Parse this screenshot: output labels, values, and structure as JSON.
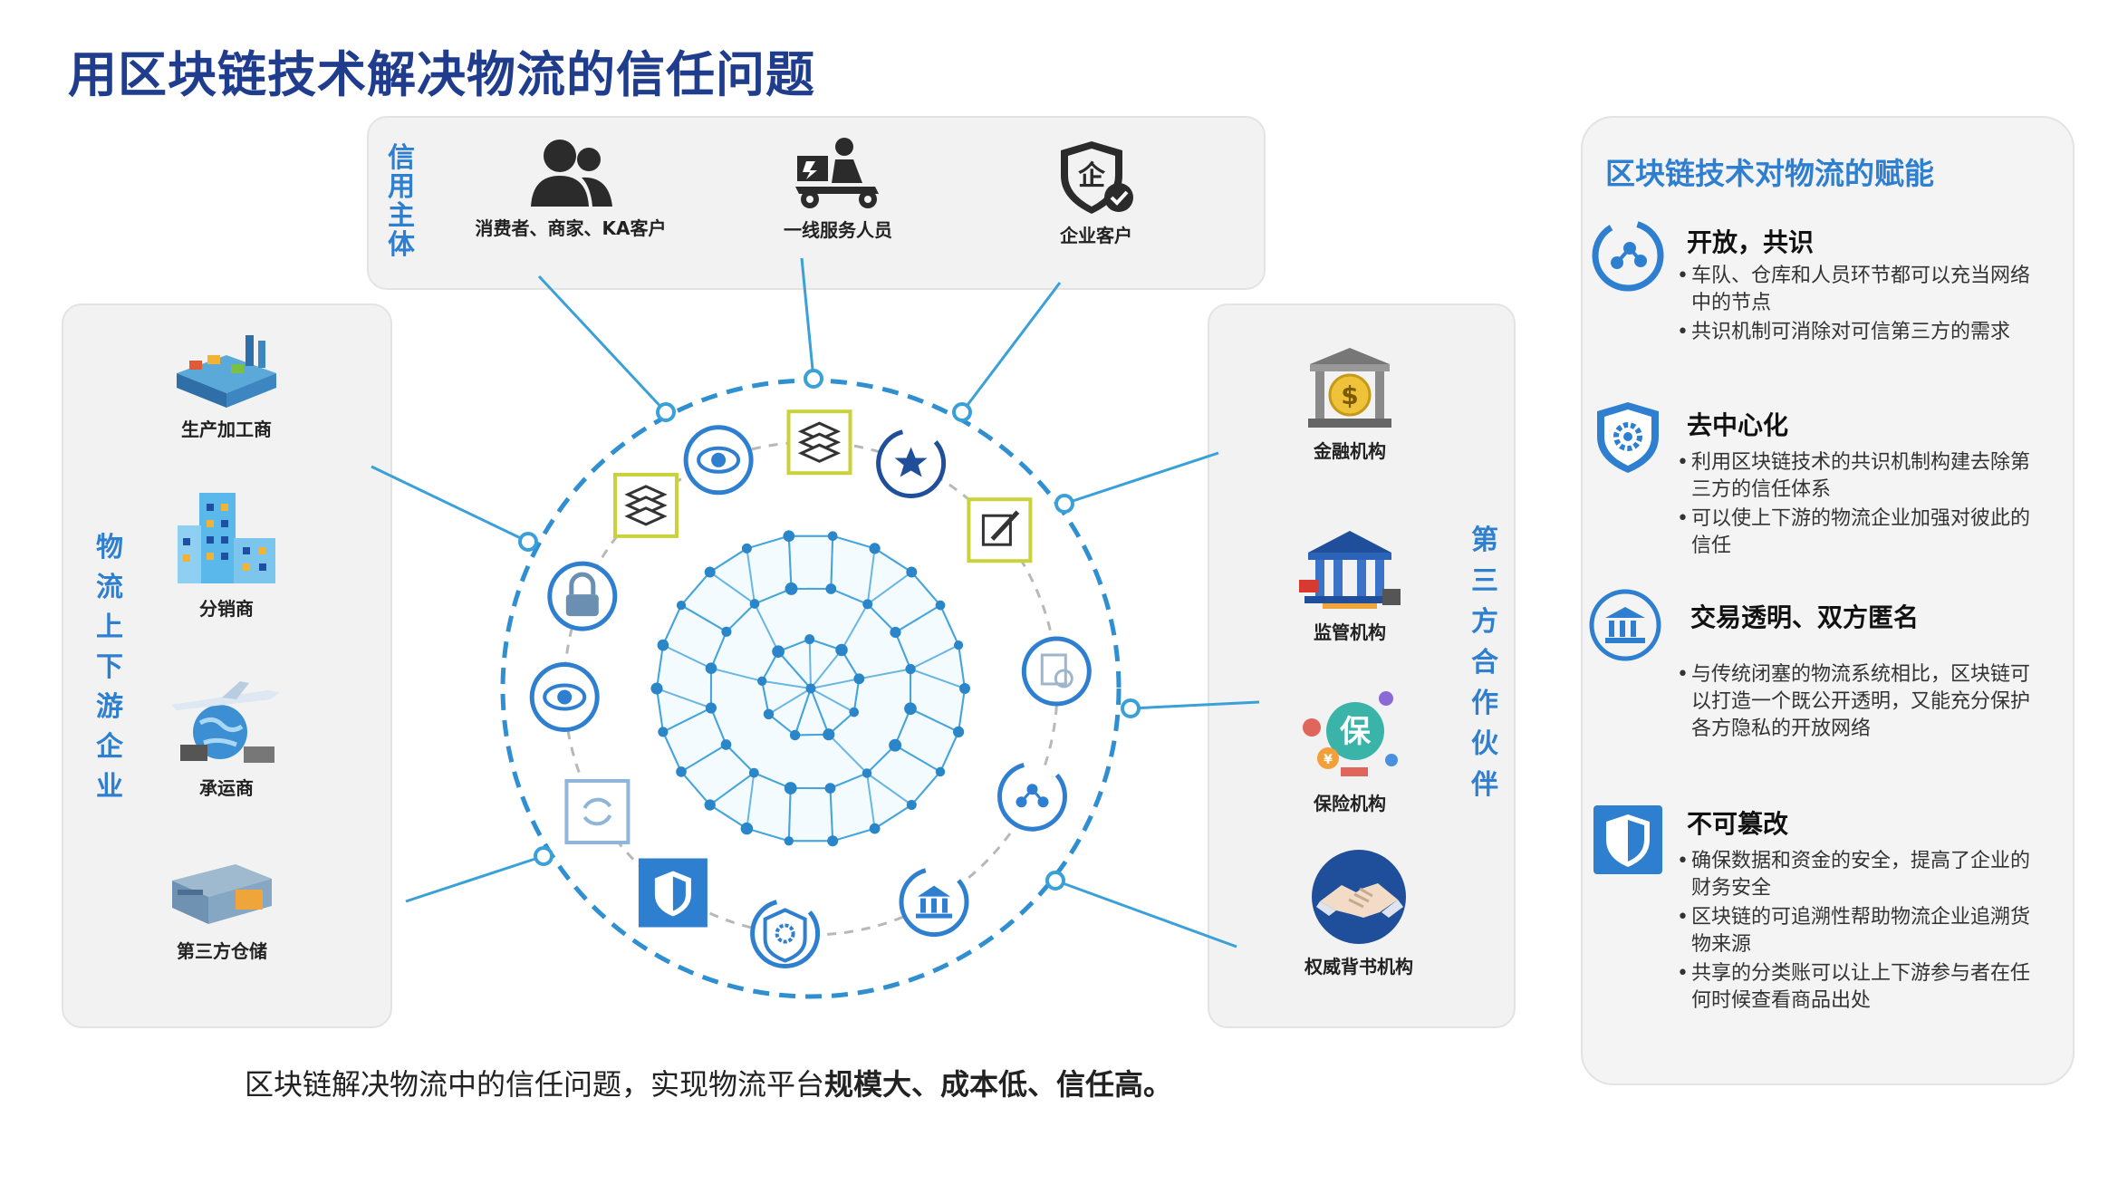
{
  "title": "用区块链技术解决物流的信任问题",
  "credit_subjects": {
    "heading": [
      "信",
      "用",
      "主",
      "体"
    ],
    "items": [
      {
        "label": "消费者、商家、KA客户",
        "icon": "people-icon"
      },
      {
        "label": "一线服务人员",
        "icon": "courier-icon"
      },
      {
        "label": "企业客户",
        "icon": "enterprise-shield-icon"
      }
    ]
  },
  "upstream": {
    "heading": [
      "物",
      "流",
      "上",
      "下",
      "游",
      "企",
      "业"
    ],
    "items": [
      {
        "label": "生产加工商",
        "icon": "factory-icon"
      },
      {
        "label": "分销商",
        "icon": "building-icon"
      },
      {
        "label": "承运商",
        "icon": "airplane-globe-icon"
      },
      {
        "label": "第三方仓储",
        "icon": "warehouse-icon"
      }
    ]
  },
  "partners": {
    "heading": [
      "第",
      "三",
      "方",
      "合",
      "作",
      "伙",
      "伴"
    ],
    "items": [
      {
        "label": "金融机构",
        "icon": "bank-coin-icon"
      },
      {
        "label": "监管机构",
        "icon": "government-building-icon"
      },
      {
        "label": "保险机构",
        "icon": "insurance-icon"
      },
      {
        "label": "权威背书机构",
        "icon": "handshake-icon"
      }
    ]
  },
  "sidebar": {
    "title": "区块链技术对物流的赋能",
    "features": [
      {
        "title": "开放，共识",
        "icon": "share-node-icon",
        "points": [
          "车队、仓库和人员环节都可以充当网络中的节点",
          "共识机制可消除对可信第三方的需求"
        ]
      },
      {
        "title": "去中心化",
        "icon": "gear-shield-icon",
        "points": [
          "利用区块链技术的共识机制构建去除第三方的信任体系",
          "可以使上下游的物流企业加强对彼此的信任"
        ]
      },
      {
        "title": "交易透明、双方匿名",
        "icon": "bank-icon",
        "points": [
          "与传统闭塞的物流系统相比，区块链可以打造一个既公开透明，又能充分保护各方隐私的开放网络"
        ]
      },
      {
        "title": "不可篡改",
        "icon": "shield-icon",
        "points": [
          "确保数据和资金的安全，提高了企业的财务安全",
          "区块链的可追溯性帮助物流企业追溯货物来源",
          "共享的分类账可以让上下游参与者在任何时候查看商品出处"
        ]
      }
    ]
  },
  "caption": {
    "normal": "区块链解决物流中的信任问题，实现物流平台",
    "bold": "规模大、成本低、信任高。"
  },
  "colors": {
    "title": "#1f3d8c",
    "accent": "#2f7fd0",
    "network": "#3aa0d8",
    "panel": "#f2f2f2"
  }
}
